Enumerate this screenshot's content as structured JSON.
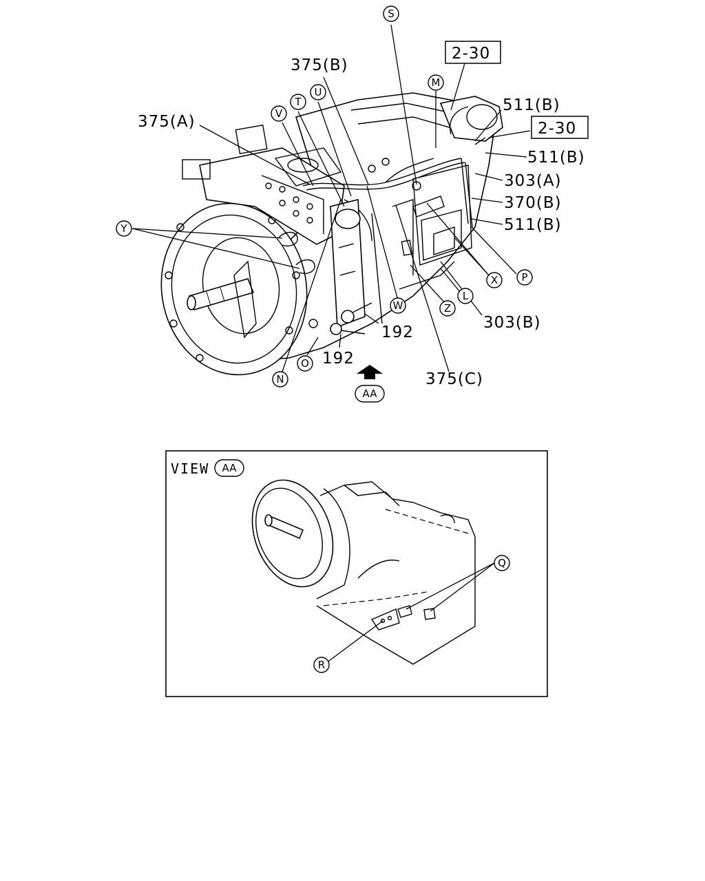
{
  "labels": {
    "l375a": "375(A)",
    "l375b": "375(B)",
    "l375c": "375(C)",
    "l511b_1": "511(B)",
    "l511b_2": "511(B)",
    "l511b_3": "511(B)",
    "l303a": "303(A)",
    "l370b": "370(B)",
    "l303b": "303(B)",
    "l192_1": "192",
    "l192_2": "192"
  },
  "references": {
    "ref1": "2-30",
    "ref2": "2-30"
  },
  "callouts": {
    "S": "S",
    "M": "M",
    "T": "T",
    "U": "U",
    "V": "V",
    "Y": "Y",
    "P": "P",
    "X": "X",
    "L": "L",
    "Z": "Z",
    "W": "W",
    "O": "O",
    "N": "N",
    "AA": "AA",
    "Q": "Q",
    "R": "R"
  },
  "view": {
    "prefix": "VIEW",
    "callout": "AA"
  }
}
